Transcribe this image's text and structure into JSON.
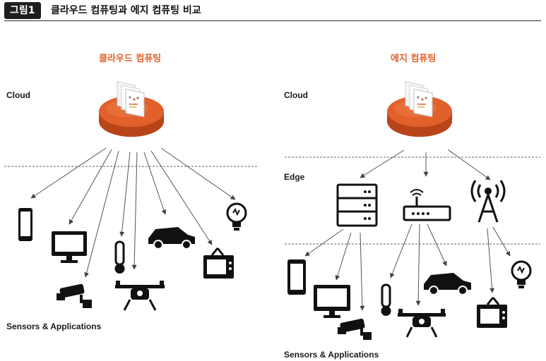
{
  "header": {
    "badge": "그림1",
    "title": "클라우드 컴퓨팅과 에지 컴퓨팅 비교"
  },
  "left_panel": {
    "title": "클라우드 컴퓨팅",
    "cloud_label": "Cloud",
    "sensors_label": "Sensors & Applications"
  },
  "right_panel": {
    "title": "에지 컴퓨팅",
    "cloud_label": "Cloud",
    "edge_label": "Edge",
    "sensors_label": "Sensors & Applications"
  },
  "colors": {
    "accent": "#e2602a",
    "cloud_fill": "#e2602a",
    "icon": "#111111",
    "line": "#555555"
  },
  "icons": [
    "smartphone-icon",
    "monitor-icon",
    "cctv-camera-icon",
    "thermometer-icon",
    "drone-icon",
    "car-icon",
    "tv-icon",
    "lightbulb-icon",
    "server-icon",
    "router-icon",
    "cell-tower-icon"
  ]
}
